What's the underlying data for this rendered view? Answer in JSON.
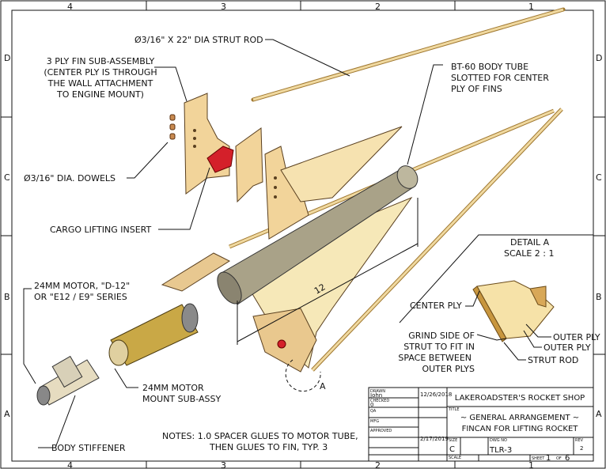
{
  "zones": {
    "columns": [
      "4",
      "3",
      "2",
      "1"
    ],
    "rows": [
      "D",
      "C",
      "B",
      "A"
    ]
  },
  "callouts": {
    "strut_rod": "Ø3/16\" X 22\" DIA STRUT ROD",
    "fin_sub_assembly": [
      "3 PLY FIN SUB-ASSEMBLY",
      "(CENTER PLY IS THROUGH",
      "THE WALL ATTACHMENT",
      "TO ENGINE MOUNT)"
    ],
    "body_tube": [
      "BT-60 BODY TUBE",
      "SLOTTED FOR CENTER",
      "PLY OF FINS"
    ],
    "dowels": "Ø3/16\" DIA. DOWELS",
    "cargo_insert": "CARGO LIFTING INSERT",
    "motor": [
      "24MM MOTOR, \"D-12\"",
      "OR \"E12 / E9\" SERIES"
    ],
    "motor_mount": [
      "24MM MOTOR",
      "MOUNT SUB-ASSY"
    ],
    "body_stiffener": "BODY STIFFENER",
    "dimension": "12",
    "detail_marker": "A",
    "notes": [
      "NOTES: 1.0 SPACER GLUES TO MOTOR TUBE,",
      "THEN GLUES TO FIN, TYP. 3"
    ]
  },
  "detail": {
    "title": "DETAIL  A",
    "scale": "SCALE 2 : 1",
    "center_ply": "CENTER PLY",
    "grind": [
      "GRIND SIDE OF",
      "STRUT TO FIT IN",
      "SPACE BETWEEN",
      "OUTER PLYS"
    ],
    "outer_ply_1": "OUTER PLY",
    "outer_ply_2": "OUTER PLY",
    "strut_rod": "STRUT ROD"
  },
  "title_block": {
    "drawn_label": "DRAWN",
    "drawn_by": "John",
    "drawn_date": "12/26/2018",
    "checked_label": "CHECKED",
    "checked_value": "0",
    "qa_label": "QA",
    "mfg_label": "MFG",
    "approved_label": "APPROVED",
    "approved_date": "2/17/2019",
    "company": "LAKEROADSTER'S ROCKET SHOP",
    "title_label": "TITLE",
    "title_line1": "~ GENERAL ARRANGEMENT ~",
    "title_line2": "FINCAN FOR LIFTING ROCKET",
    "size_label": "SIZE",
    "size": "C",
    "dwg_no_label": "DWG NO",
    "dwg_no": "TLR-3",
    "rev_label": "REV",
    "rev": "2",
    "scale_label": "SCALE",
    "sheet_label": "SHEET",
    "sheet": "1",
    "of_label": "OF",
    "sheet_total": "6"
  }
}
